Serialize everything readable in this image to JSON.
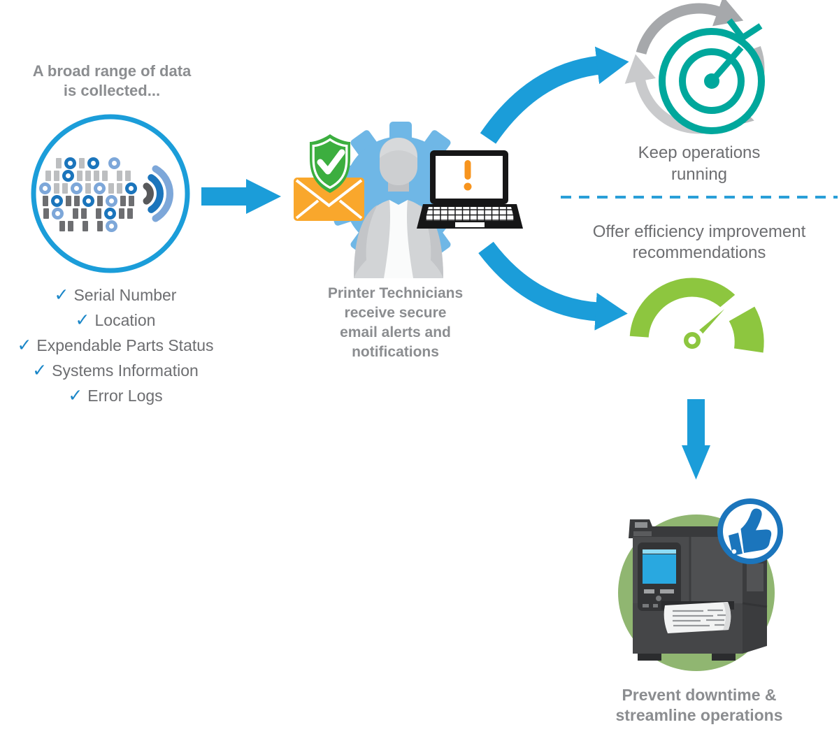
{
  "palette": {
    "process_blue": "#1b9dd9",
    "dark_blue": "#1b75bc",
    "light_blue": "#7da7d9",
    "gear_blue": "#6fb7e6",
    "teal": "#00a79c",
    "gauge_green": "#8dc63f",
    "shield_green": "#3cae3f",
    "circle_green": "#90b671",
    "envelope_orange": "#f9a72c",
    "alert_orange": "#f7941e",
    "text_gray": "#6d6e71",
    "caption_gray": "#8b8d90",
    "dashed_line_blue": "#2a9fd8"
  },
  "collect": {
    "title_lines": [
      "A broad range of data",
      "is collected..."
    ],
    "check_glyph": "✓",
    "checklist": [
      "Serial Number",
      "Location",
      "Expendable Parts Status",
      "Systems Information",
      "Error Logs"
    ]
  },
  "process": {
    "caption_lines": [
      "Printer Technicians",
      "receive secure",
      "email alerts and",
      "notifications"
    ]
  },
  "outcomes": {
    "keep_running": {
      "lines": [
        "Keep operations",
        "running"
      ]
    },
    "efficiency": {
      "lines": [
        "Offer efficiency improvement",
        "recommendations"
      ]
    },
    "prevent": {
      "lines": [
        "Prevent downtime &",
        "streamline operations"
      ]
    }
  },
  "icons": {
    "binary-data-pattern": "grid of 1/0 bars and rings inside blue circle",
    "wifi-signal-icon": "three arcs radiating right",
    "gear-icon": "light blue cog behind technician",
    "technician-silhouette": "gray person bust",
    "secure-email-icon": "orange envelope",
    "shield-check-icon": "green shield with white checkmark",
    "laptop-alert-icon": "laptop with orange exclamation mark",
    "operations-cycle-icon": "gray circular arrows around teal target with dart",
    "efficiency-gauge-icon": "green speedometer",
    "thumbs-up-badge-icon": "blue circle with thumbs up",
    "printer-illustration": "industrial label printer on green circle"
  },
  "binary_pattern": {
    "colors": {
      "lg": "#bcbec0",
      "dg": "#6d6e71",
      "db": "#1b75bc",
      "lb": "#7da7d9"
    },
    "rows": [
      [
        [
          "bar",
          "lg"
        ],
        [
          "ring",
          "db"
        ],
        [
          "bar",
          "lg"
        ],
        [
          "ring",
          "db"
        ],
        [
          "gap"
        ],
        [
          "ring",
          "lb"
        ]
      ],
      [
        [
          "bar",
          "lg"
        ],
        [
          "bar",
          "lg"
        ],
        [
          "ring",
          "db"
        ],
        [
          "bar",
          "lg"
        ],
        [
          "bar",
          "lg"
        ],
        [
          "bar",
          "lg"
        ],
        [
          "bar",
          "lg"
        ],
        [
          "gap"
        ],
        [
          "bar",
          "lg"
        ],
        [
          "bar",
          "lg"
        ]
      ],
      [
        [
          "ring",
          "lb"
        ],
        [
          "bar",
          "lg"
        ],
        [
          "bar",
          "lg"
        ],
        [
          "ring",
          "lb"
        ],
        [
          "bar",
          "lg"
        ],
        [
          "ring",
          "lb"
        ],
        [
          "bar",
          "lg"
        ],
        [
          "bar",
          "lg"
        ],
        [
          "ring",
          "db"
        ]
      ],
      [
        [
          "bar",
          "dg"
        ],
        [
          "ring",
          "db"
        ],
        [
          "bar",
          "dg"
        ],
        [
          "bar",
          "dg"
        ],
        [
          "ring",
          "db"
        ],
        [
          "bar",
          "dg"
        ],
        [
          "ring",
          "lb"
        ],
        [
          "bar",
          "dg"
        ],
        [
          "bar",
          "dg"
        ]
      ],
      [
        [
          "bar",
          "dg"
        ],
        [
          "ring",
          "lb"
        ],
        [
          "gap"
        ],
        [
          "bar",
          "dg"
        ],
        [
          "bar",
          "dg"
        ],
        [
          "gap"
        ],
        [
          "bar",
          "dg"
        ],
        [
          "ring",
          "db"
        ],
        [
          "bar",
          "dg"
        ],
        [
          "bar",
          "dg"
        ]
      ],
      [
        [
          "bar",
          "dg"
        ],
        [
          "bar",
          "dg"
        ],
        [
          "gap"
        ],
        [
          "bar",
          "dg"
        ],
        [
          "gap"
        ],
        [
          "bar",
          "dg"
        ],
        [
          "ring",
          "lb"
        ]
      ]
    ]
  }
}
